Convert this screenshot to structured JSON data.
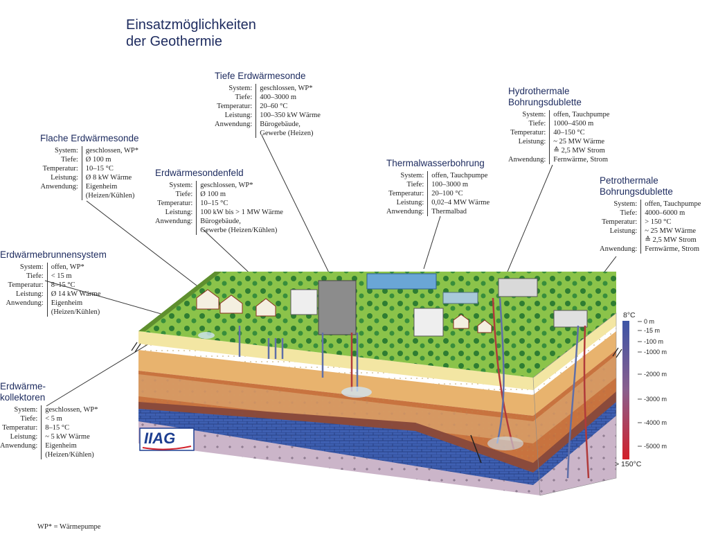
{
  "title": {
    "line1": "Einsatzmöglichkeiten",
    "line2": "der Geothermie"
  },
  "blocks": {
    "tiefe_erdwaermesonde": {
      "heading": [
        "Tiefe Erdwärmesonde"
      ],
      "rows": [
        [
          "System:",
          "geschlossen, WP*"
        ],
        [
          "Tiefe:",
          "400–3000 m"
        ],
        [
          "Temperatur:",
          "20–60 °C"
        ],
        [
          "Leistung:",
          "100–350 kW Wärme"
        ],
        [
          "Anwendung:",
          "Bürogebäude,"
        ],
        [
          "",
          "Gewerbe (Heizen)"
        ]
      ]
    },
    "flache_erdwaermesonde": {
      "heading": [
        "Flache Erdwärmesonde"
      ],
      "rows": [
        [
          "System:",
          "geschlossen, WP*"
        ],
        [
          "Tiefe:",
          "Ø 100 m"
        ],
        [
          "Temperatur:",
          "10–15 °C"
        ],
        [
          "Leistung:",
          "Ø 8 kW Wärme"
        ],
        [
          "Anwendung:",
          "Eigenheim"
        ],
        [
          "",
          "(Heizen/Kühlen)"
        ]
      ]
    },
    "erdwaermesondenfeld": {
      "heading": [
        "Erdwärmesondenfeld"
      ],
      "rows": [
        [
          "System:",
          "geschlossen, WP*"
        ],
        [
          "Tiefe:",
          "Ø 100 m"
        ],
        [
          "Temperatur:",
          "10–15 °C"
        ],
        [
          "Leistung:",
          "100 kW bis > 1 MW Wärme"
        ],
        [
          "Anwendung:",
          "Bürogebäude,"
        ],
        [
          "",
          "Gewerbe (Heizen/Kühlen)"
        ]
      ]
    },
    "hydrothermale_dublette": {
      "heading": [
        "Hydrothermale",
        "Bohrungsdublette"
      ],
      "rows": [
        [
          "System:",
          "offen, Tauchpumpe"
        ],
        [
          "Tiefe:",
          "1000–4500 m"
        ],
        [
          "Temperatur:",
          "40–150 °C"
        ],
        [
          "Leistung:",
          "~ 25 MW Wärme"
        ],
        [
          "",
          "≙ 2,5 MW Strom"
        ],
        [
          "Anwendung:",
          "Fernwärme, Strom"
        ]
      ]
    },
    "thermalwasserbohrung": {
      "heading": [
        "Thermalwasserbohrung"
      ],
      "rows": [
        [
          "System:",
          "offen, Tauchpumpe"
        ],
        [
          "Tiefe:",
          "100–3000 m"
        ],
        [
          "Temperatur:",
          "20–100 °C"
        ],
        [
          "Leistung:",
          "0,02–4 MW Wärme"
        ],
        [
          "Anwendung:",
          "Thermalbad"
        ]
      ]
    },
    "petrothermale_dublette": {
      "heading": [
        "Petrothermale",
        "Bohrungsdublette"
      ],
      "rows": [
        [
          "System:",
          "offen, Tauchpumpe"
        ],
        [
          "Tiefe:",
          "4000–6000 m"
        ],
        [
          "Temperatur:",
          "> 150 °C"
        ],
        [
          "Leistung:",
          "~ 25 MW Wärme"
        ],
        [
          "",
          "≙ 2,5 MW Strom"
        ],
        [
          "Anwendung:",
          "Fernwärme, Strom"
        ]
      ]
    },
    "erdwaermebrunnensystem": {
      "heading": [
        "Erdwärmebrunnensystem"
      ],
      "rows": [
        [
          "System:",
          "offen, WP*"
        ],
        [
          "Tiefe:",
          "< 15 m"
        ],
        [
          "Temperatur:",
          "8–15 °C"
        ],
        [
          "Leistung:",
          "Ø 14 kW Wärme"
        ],
        [
          "Anwendung:",
          "Eigenheim"
        ],
        [
          "",
          "(Heizen/Kühlen)"
        ]
      ]
    },
    "erdwaermekollektoren": {
      "heading": [
        "Erdwärme-",
        "kollektoren"
      ],
      "rows": [
        [
          "System:",
          "geschlossen, WP*"
        ],
        [
          "Tiefe:",
          "< 5 m"
        ],
        [
          "Temperatur:",
          "8–15 °C"
        ],
        [
          "Leistung:",
          "~ 5 kW Wärme"
        ],
        [
          "Anwendung:",
          "Eigenheim"
        ],
        [
          "",
          "(Heizen/Kühlen)"
        ]
      ]
    }
  },
  "temperature_scale": {
    "top": "8°C",
    "bottom": "> 150°C",
    "color_top": "#3d55a6",
    "color_bottom": "#d2202a"
  },
  "depth_scale": [
    "0 m",
    "-15 m",
    "-100 m",
    "-1000 m",
    "-2000 m",
    "-3000 m",
    "-4000 m",
    "-5000 m"
  ],
  "logo": "IIAG",
  "footnote": "WP* = Wärmepumpe"
}
